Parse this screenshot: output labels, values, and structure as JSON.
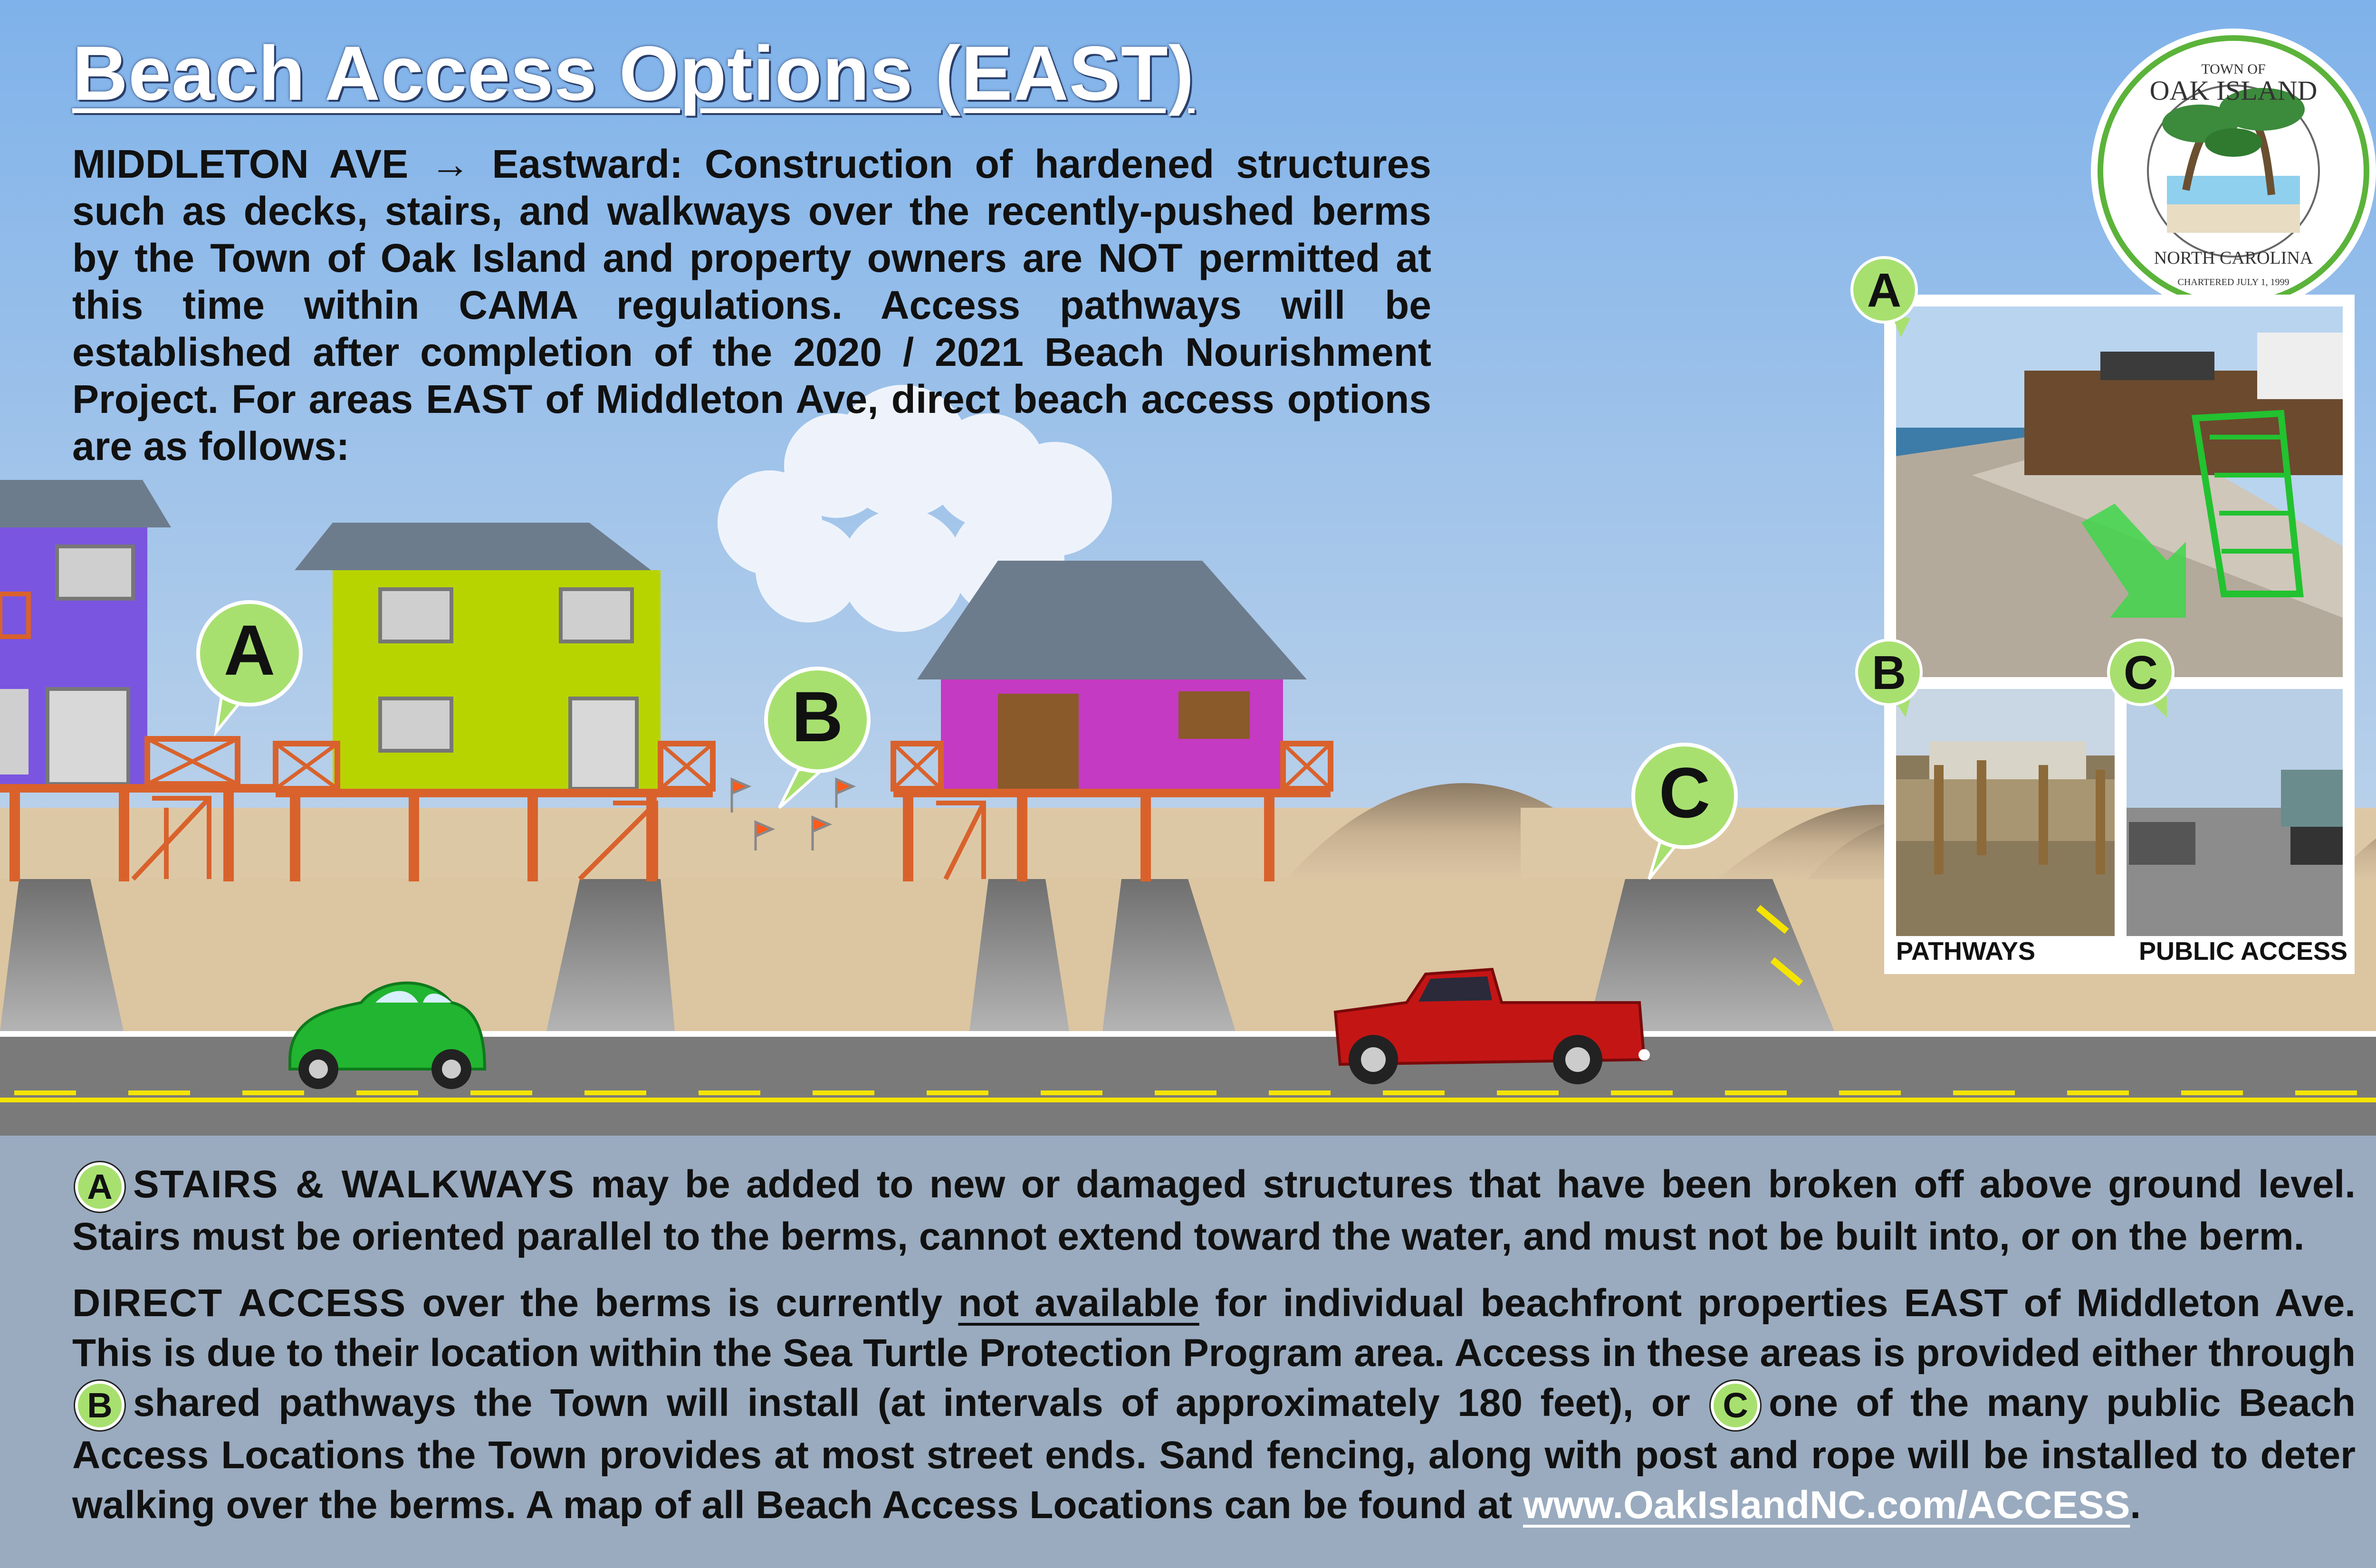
{
  "title": "Beach Access Options (EAST)",
  "intro": {
    "lead": "MIDDLETON AVE → Eastward:",
    "text": "Construction of hardened structures such as decks, stairs, and walkways over the recently-pushed berms by the Town of Oak Island and property owners are NOT permitted at this time within CAMA regulations.  Access pathways will be established after completion of the 2020 / 2021 Beach Nourishment Project. For areas EAST of Middleton Ave, direct beach access options are as follows:"
  },
  "logo": {
    "top": "TOWN OF",
    "name": "OAK ISLAND",
    "state": "NORTH CAROLINA",
    "chartered": "CHARTERED JULY 1, 1999"
  },
  "scene_labels": {
    "a": "A",
    "b": "B",
    "c": "C"
  },
  "photos": {
    "a_badge": "A",
    "b_badge": "B",
    "c_badge": "C",
    "b_caption": "PATHWAYS",
    "c_caption": "PUBLIC ACCESS"
  },
  "notes": {
    "a_badge": "A",
    "a_lead": "STAIRS & WALKWAYS",
    "a_text": "may be added to new or damaged structures that have been broken off above ground level. Stairs must be oriented parallel to the berms, cannot extend toward the water, and must not be built into, or on the berm.",
    "direct_lead": "DIRECT ACCESS",
    "direct_text1": "over the berms is currently",
    "direct_underlined": "not available",
    "direct_text2": "for individual beachfront properties EAST of Middleton Ave. This is due to their location within the Sea Turtle Protection Program area.  Access in these areas is provided either through",
    "b_badge": "B",
    "b_text": "shared pathways the Town will install (at intervals of approximately 180 feet), or",
    "c_badge": "C",
    "c_text": "one of the many public Beach Access Locations the Town provides at most street ends.  Sand fencing, along with post and rope will be installed to deter walking over the berms.  A map of all Beach Access Locations can be found at",
    "link": "www.OakIslandNC.com/ACCESS",
    "end": "."
  },
  "colors": {
    "sky_top": "#7fb2ea",
    "sky_bottom": "#c9daec",
    "bubble_green": "#a8e070",
    "sand": "#ddc8a6",
    "road": "#7a7a7a",
    "lane": "#f4e400",
    "bottom_panel": "#9aabbf",
    "house_purple": "#7a55e0",
    "house_lime": "#b8d400",
    "house_magenta": "#c43ac2",
    "car_green": "#22b531",
    "truck_red": "#c41515"
  }
}
